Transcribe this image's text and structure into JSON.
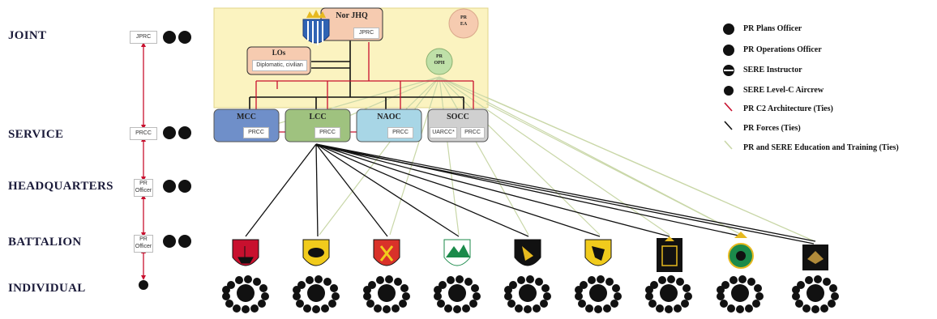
{
  "levels": {
    "joint": "JOINT",
    "service": "SERVICE",
    "headquarters": "HEADQUARTERS",
    "battalion": "BATTALION",
    "individual": "INDIVIDUAL"
  },
  "left_boxes": {
    "joint": "JPRC",
    "service": "PRCC",
    "hq_line1": "PR",
    "hq_line2": "Officer",
    "bn_line1": "PR",
    "bn_line2": "Officer"
  },
  "hq": {
    "nor_jhq": "Nor JHQ",
    "jprc": "JPRC",
    "los_title": "LOs",
    "los_sub": "Diplomatic, civilian",
    "pr_ea_1": "PR",
    "pr_ea_2": "EA",
    "pr_oph_1": "PR",
    "pr_oph_2": "OPH"
  },
  "components": {
    "mcc": "MCC",
    "lcc": "LCC",
    "naoc": "NAOC",
    "socc": "SOCC",
    "prcc": "PRCC",
    "uarcc": "UARCC*"
  },
  "legend": {
    "plans": "PR Plans Officer",
    "ops": "PR Operations Officer",
    "sere": "SERE Instructor",
    "sere_c": "SERE Level-C Aircrew",
    "c2": "PR C2 Architecture (Ties)",
    "forces": "PR Forces (Ties)",
    "training": "PR and SERE Education and Training  (Ties)"
  },
  "colors": {
    "hq_bg": "#fbf3c0",
    "mcc": "#6f8fc9",
    "lcc": "#9fc27f",
    "naoc": "#a8d6e6",
    "socc": "#d0d0d0",
    "pr_ea": "#f6cbb0",
    "pr_oph": "#bfe0a8",
    "c2_line": "#c8102e",
    "forces_line": "#111111",
    "training_line": "#c9d7a8"
  },
  "icons": [
    "norway-crest-icon",
    "viking-ship-icon",
    "bear-icon",
    "lion-shield-icon",
    "mountain-icon",
    "griffin-icon",
    "wolf-icon",
    "royal-guard-icon",
    "crown-shield-icon",
    "eagle-badge-icon"
  ]
}
